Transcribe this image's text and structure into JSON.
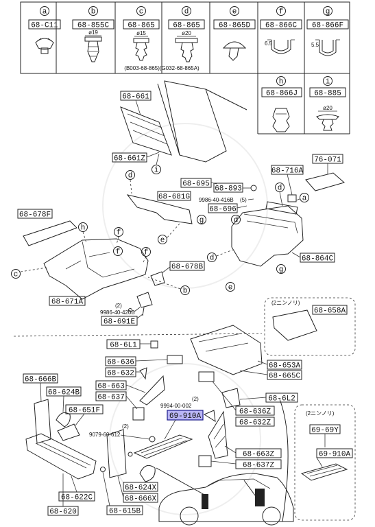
{
  "legend": [
    {
      "key": "a",
      "part": "68-C11"
    },
    {
      "key": "b",
      "part": "68-855C"
    },
    {
      "key": "c",
      "part": "68-865"
    },
    {
      "key": "d",
      "part": "68-865"
    },
    {
      "key": "e",
      "part": "68-865D"
    },
    {
      "key": "f",
      "part": "68-866C"
    },
    {
      "key": "g",
      "part": "68-866F"
    },
    {
      "key": "h",
      "part": "68-866J"
    },
    {
      "key": "i",
      "part": "68-885"
    }
  ],
  "dims": {
    "b": "ø19",
    "c": "ø15",
    "d": "ø20",
    "f": "6.5",
    "g": "5.5",
    "i": "ø20"
  },
  "footnote": "(B003-68-865)(G032-68-865A)",
  "callouts": {
    "p68_661": "68-661",
    "p68_661z": "68-661Z",
    "p68_716a": "68-716A",
    "p76_071": "76-071",
    "p68_695": "68-695",
    "p68_893": "68-893",
    "p9986_416": "9986-40-416B",
    "p5": "(5)",
    "p68_696": "68-696",
    "p68_681g": "68-681G",
    "p68_678f": "68-678F",
    "p68_864c": "68-864C",
    "p68_671a": "68-671A",
    "p68_678b": "68-678B",
    "p2a": "(2)",
    "p9986_420": "9986-40-420B",
    "p68_691e": "68-691E",
    "p2niro1": "(2ニンノリ)",
    "p68_658a": "68-658A",
    "p68_6l1": "68-6L1",
    "p68_636": "68-636",
    "p68_632": "68-632",
    "p68_663": "68-663",
    "p68_637": "68-637",
    "p68_653a": "68-653A",
    "p68_665c": "68-665C",
    "p68_666b": "68-666B",
    "p68_624b": "68-624B",
    "p68_651f": "68-651F",
    "p2b": "(2)",
    "p9994": "9994-00-002",
    "p69_910a": "69-910A",
    "p2c": "(2)",
    "p9079": "9079-60-612",
    "p68_6l2": "68-6L2",
    "p68_636z": "68-636Z",
    "p68_632z": "68-632Z",
    "p2niro2": "(2ニンノリ)",
    "p69_69y": "69-69Y",
    "p69_910a_b": "69-910A",
    "p68_663z": "68-663Z",
    "p68_637z": "68-637Z",
    "p68_624x": "68-624X",
    "p68_666x": "68-666X",
    "p68_622c": "68-622C",
    "p68_615b": "68-615B",
    "p68_620": "68-620"
  },
  "circles": {
    "i1": "i",
    "d1": "d",
    "f1": "f",
    "h1": "h",
    "f2": "f",
    "f3": "f",
    "c1": "c",
    "b1": "b",
    "g1": "g",
    "e1": "e",
    "d2": "d",
    "a1": "a",
    "d3": "d",
    "g2": "g",
    "e2": "e",
    "d4": "d"
  }
}
